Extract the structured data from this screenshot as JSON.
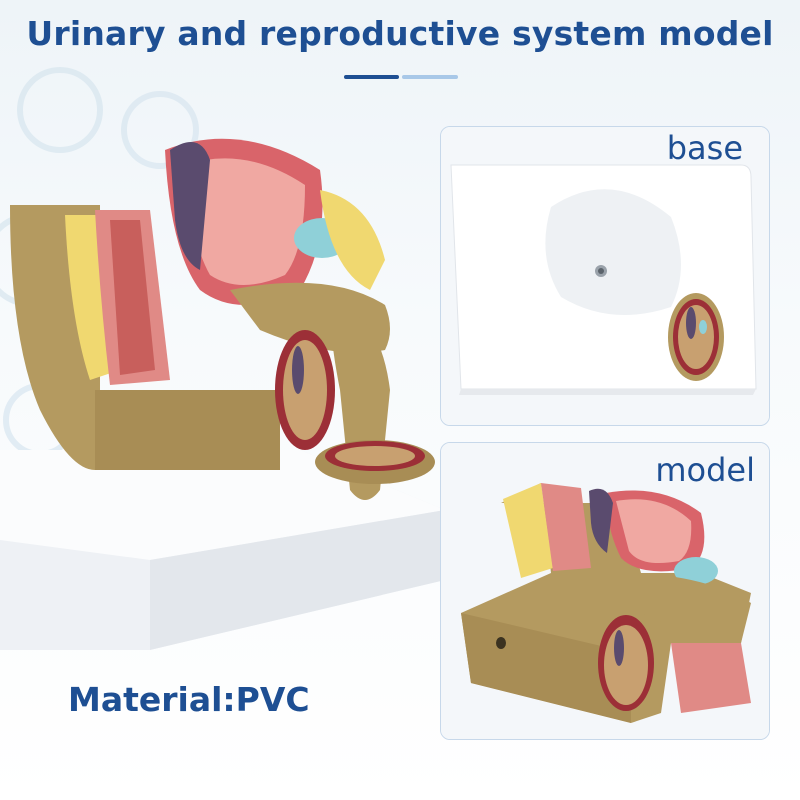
{
  "title": "Urinary and reproductive system model",
  "panels": {
    "base": {
      "label": "base"
    },
    "model": {
      "label": "model"
    }
  },
  "material": "Material:PVC",
  "colors": {
    "heading": "#1e4f93",
    "accent_light": "#a8c8e8",
    "model_tan": "#b49a60",
    "tissue_pink": "#e08a86",
    "fat_yellow": "#f0d870",
    "base_white": "#f6f7f9"
  }
}
